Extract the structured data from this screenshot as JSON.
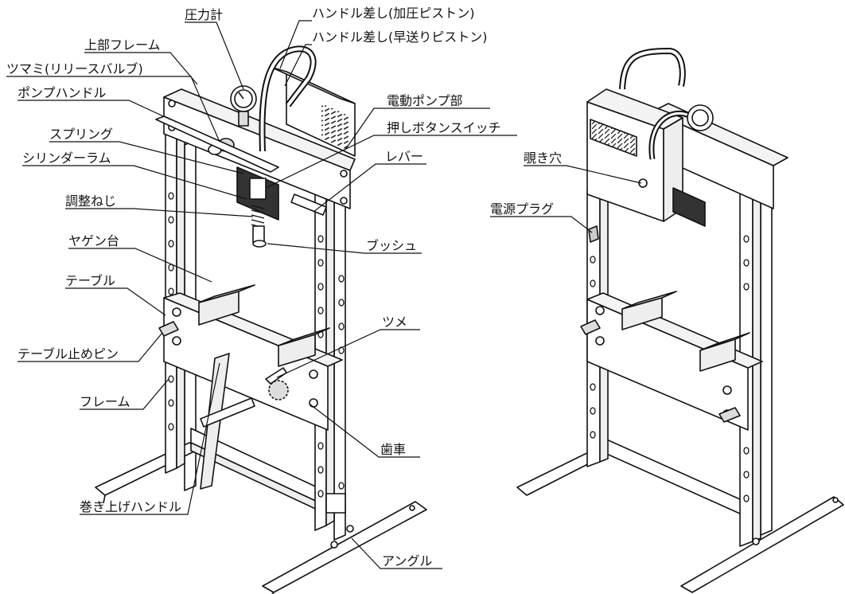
{
  "labels": {
    "pressure_gauge": "圧力計",
    "handle_slot_pressure": "ハンドル差し(加圧ピストン)",
    "handle_slot_fast": "ハンドル差し(早送りピストン)",
    "upper_frame": "上部フレーム",
    "release_valve_knob": "ツマミ(リリースバルブ)",
    "pump_handle": "ポンプハンドル",
    "electric_pump": "電動ポンプ部",
    "spring": "スプリング",
    "push_button_switch": "押しボタンスイッチ",
    "cylinder_ram": "シリンダーラム",
    "lever": "レバー",
    "adjust_screw": "調整ねじ",
    "bushing": "ブッシュ",
    "anvil_block": "ヤゲン台",
    "table": "テーブル",
    "pawl": "ツメ",
    "table_pin": "テーブル止めピン",
    "frame": "フレーム",
    "gear": "歯車",
    "winding_handle": "巻き上げハンドル",
    "angle": "アングル",
    "peep_hole": "覗き穴",
    "power_plug": "電源プラグ"
  },
  "colors": {
    "line": "#111111",
    "fill": "#ffffff",
    "shade": "#d8d8d8"
  }
}
